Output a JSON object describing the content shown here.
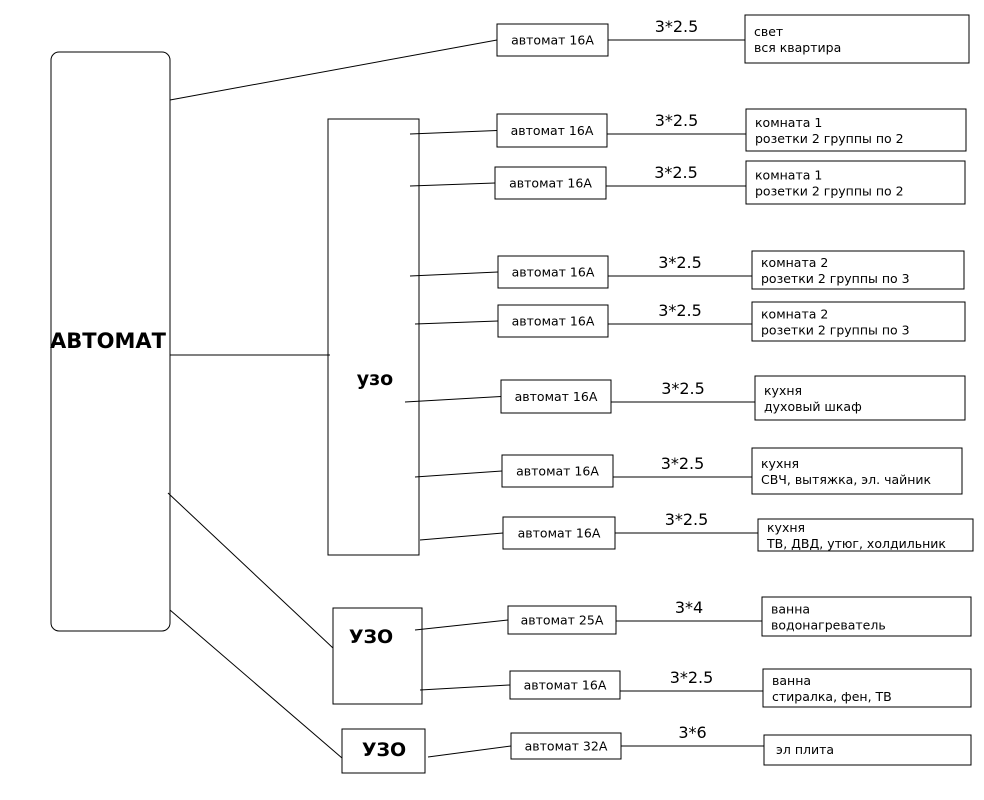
{
  "main_breaker": {
    "label": "АВТОМАТ"
  },
  "rcd_main": {
    "label": "узо"
  },
  "rcd_bath": {
    "label": "УЗО"
  },
  "rcd_stove": {
    "label": "УЗО"
  },
  "circuits": [
    {
      "breaker": "автомат 16А",
      "cable": "3*2.5",
      "load_line1": "свет",
      "load_line2": "вся квартира"
    },
    {
      "breaker": "автомат 16А",
      "cable": "3*2.5",
      "load_line1": "комната 1",
      "load_line2": "розетки 2 группы по 2"
    },
    {
      "breaker": "автомат 16А",
      "cable": "3*2.5",
      "load_line1": "комната 1",
      "load_line2": "розетки 2 группы по 2"
    },
    {
      "breaker": "автомат 16А",
      "cable": "3*2.5",
      "load_line1": "комната 2",
      "load_line2": "розетки 2 группы по 3"
    },
    {
      "breaker": "автомат 16А",
      "cable": "3*2.5",
      "load_line1": "комната 2",
      "load_line2": "розетки 2 группы по 3"
    },
    {
      "breaker": "автомат 16А",
      "cable": "3*2.5",
      "load_line1": "кухня",
      "load_line2": "духовый шкаф"
    },
    {
      "breaker": "автомат 16А",
      "cable": "3*2.5",
      "load_line1": "кухня",
      "load_line2": "СВЧ, вытяжка, эл. чайник"
    },
    {
      "breaker": "автомат 16А",
      "cable": "3*2.5",
      "load_line1": "кухня",
      "load_line2": "ТВ, ДВД, утюг, холдильник"
    },
    {
      "breaker": "автомат 25А",
      "cable": "3*4",
      "load_line1": "ванна",
      "load_line2": "водонагреватель"
    },
    {
      "breaker": "автомат 16А",
      "cable": "3*2.5",
      "load_line1": "ванна",
      "load_line2": "стиралка, фен, ТВ"
    },
    {
      "breaker": "автомат 32А",
      "cable": "3*6",
      "load_line1": "эл плита",
      "load_line2": ""
    }
  ]
}
